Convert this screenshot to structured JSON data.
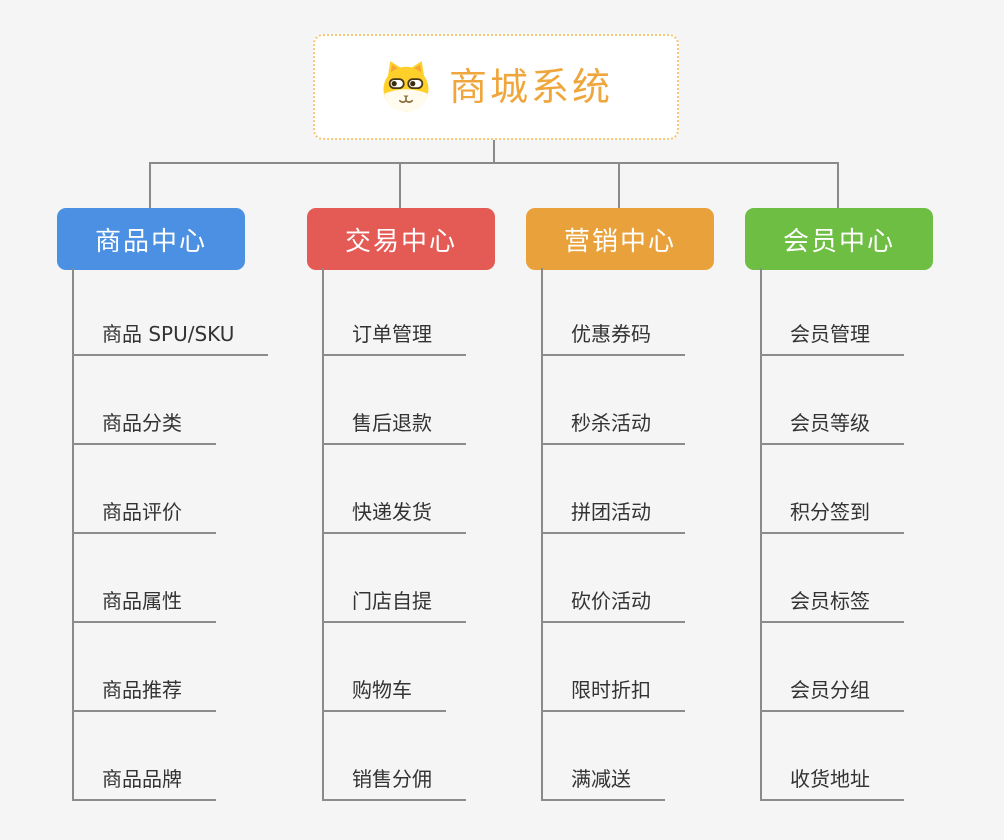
{
  "root": {
    "title": "商城系统",
    "icon": "dog-face-icon"
  },
  "branches": [
    {
      "label": "商品中心",
      "color": "#4B90E2",
      "children": [
        "商品 SPU/SKU",
        "商品分类",
        "商品评价",
        "商品属性",
        "商品推荐",
        "商品品牌"
      ]
    },
    {
      "label": "交易中心",
      "color": "#E45A55",
      "children": [
        "订单管理",
        "售后退款",
        "快递发货",
        "门店自提",
        "购物车",
        "销售分佣"
      ]
    },
    {
      "label": "营销中心",
      "color": "#E9A23B",
      "children": [
        "优惠券码",
        "秒杀活动",
        "拼团活动",
        "砍价活动",
        "限时折扣",
        "满减送"
      ]
    },
    {
      "label": "会员中心",
      "color": "#6EBE44",
      "children": [
        "会员管理",
        "会员等级",
        "积分签到",
        "会员标签",
        "会员分组",
        "收货地址"
      ]
    }
  ],
  "colors": {
    "background": "#F5F5F6",
    "connector_line": "#8A8A8A",
    "leaf_underline": "#8C8C8C",
    "root_border": "#F6C878",
    "root_text": "#EFA63C",
    "leaf_text": "#333333"
  }
}
